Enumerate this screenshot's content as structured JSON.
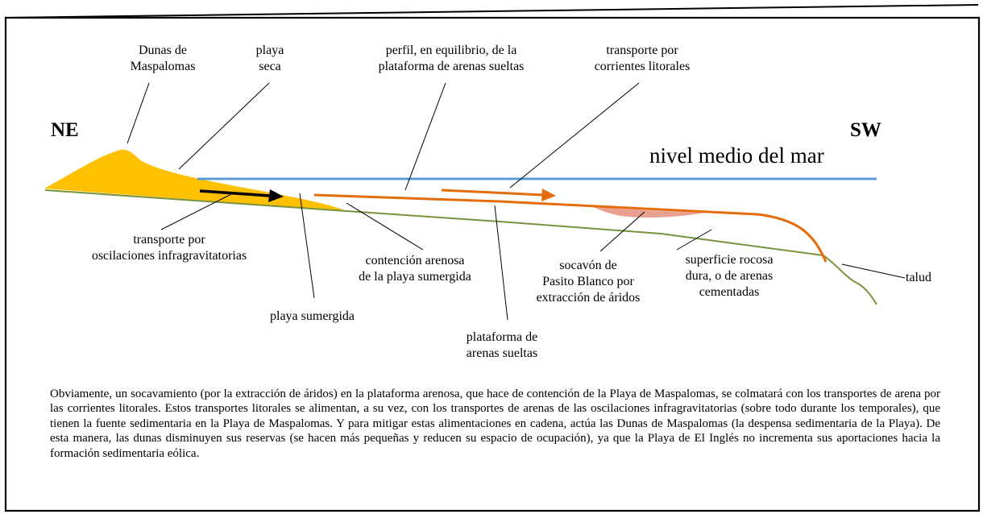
{
  "diagram": {
    "direction_left": "NE",
    "direction_right": "SW",
    "sea_level": "nivel medio del mar",
    "labels": {
      "dunas": [
        "Dunas de",
        "Maspalomas"
      ],
      "playa_seca": [
        "playa",
        "seca"
      ],
      "perfil": [
        "perfil, en equilibrio, de la",
        "plataforma de arenas sueltas"
      ],
      "transporte_corrientes": [
        "transporte por",
        "corrientes litorales"
      ],
      "transporte_oscilaciones": [
        "transporte por",
        "oscilaciones infragravitatorias"
      ],
      "contencion": [
        "contención arenosa",
        "de la playa sumergida"
      ],
      "socavon": [
        "socavón de",
        "Pasito Blanco por",
        "extracción de áridos"
      ],
      "superficie": [
        "superficie rocosa",
        "dura, o de arenas",
        "cementadas"
      ],
      "talud": "talud",
      "playa_sumergida": "playa sumergida",
      "plataforma": [
        "plataforma de",
        "arenas sueltas"
      ]
    },
    "colors": {
      "sand": "#FFC000",
      "sea": "#5B9BD5",
      "platform": "#E46C0A",
      "ground": "#77933C",
      "scour": "#E8A090",
      "arrow_black": "#000000"
    }
  },
  "text": {
    "paragraph": "Obviamente, un socavamiento (por la extracción de áridos) en la plataforma arenosa, que hace de contención de la Playa de Maspalomas, se colmatará con los transportes de arena por las corrientes litorales. Estos transportes litorales se alimentan, a su vez, con los transportes de arenas de las oscilaciones infragravitatorias (sobre todo durante los temporales), que tienen la fuente sedimentaria en la Playa de Maspalomas. Y para mitigar estas alimentaciones en cadena, actúa las Dunas de Maspalomas (la despensa sedimentaria de la Playa). De esta manera, las dunas disminuyen sus reservas (se hacen más pequeñas y reducen su espacio de ocupación), ya que la Playa de El Inglés no incrementa sus aportaciones hacia la formación sedimentaria eólica."
  }
}
